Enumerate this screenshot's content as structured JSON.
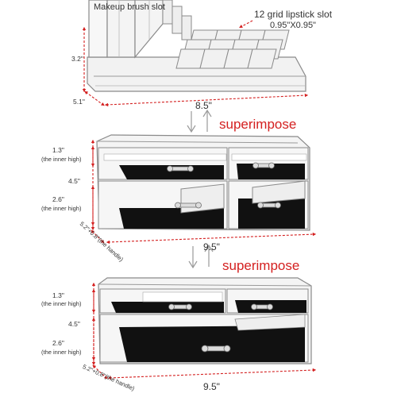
{
  "colors": {
    "annotation_red": "#d42020",
    "label_dark": "#333333",
    "acrylic_outline": "#8a8a8a",
    "acrylic_fill": "#f2f2f2",
    "velvet_black": "#0e0e0e"
  },
  "top_unit": {
    "title_brush": "Makeup brush slot",
    "title_lipstick": "12 grid lipstick slot",
    "lipstick_size": "0.95\"X0.95\"",
    "height": "3.2\"",
    "depth": "5.1\"",
    "width": "8.5\""
  },
  "middle_unit": {
    "superimpose_label": "superimpose",
    "small_drawer_height": "1.3\"",
    "small_drawer_note": "(the inner high)",
    "large_drawer_label": "4.5\"",
    "large_drawer_height": "2.6\"",
    "large_drawer_note": "(the inner high)",
    "depth": "5.2\"+0.8\"(the handle)",
    "width": "9.5\""
  },
  "bottom_unit": {
    "superimpose_label": "superimpose",
    "small_drawer_height": "1.3\"",
    "small_drawer_note": "(the inner high)",
    "large_drawer_label": "4.5\"",
    "large_drawer_height": "2.6\"",
    "large_drawer_note": "(the inner high)",
    "depth": "5.2\"+0.8\"(the handle)",
    "width": "9.5\""
  },
  "icons": [
    "stack-arrows-icon",
    "drawer-knob-icon"
  ]
}
